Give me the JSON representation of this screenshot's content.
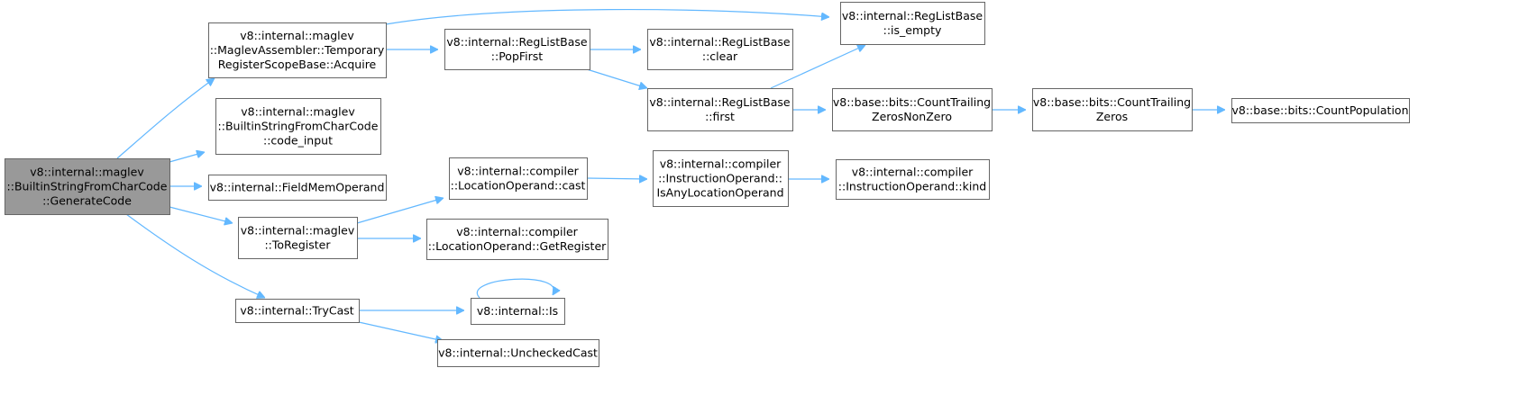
{
  "colors": {
    "edge": "#63b8ff",
    "node_border": "#666666",
    "root_fill": "#999999",
    "node_fill": "#ffffff"
  },
  "nodes": [
    {
      "id": "root",
      "lines": [
        "v8::internal::maglev",
        "::BuiltinStringFromCharCode",
        "::GenerateCode"
      ],
      "root": true
    },
    {
      "id": "acquire",
      "lines": [
        "v8::internal::maglev",
        "::MaglevAssembler::Temporary",
        "RegisterScopeBase::Acquire"
      ]
    },
    {
      "id": "code_input",
      "lines": [
        "v8::internal::maglev",
        "::BuiltinStringFromCharCode",
        "::code_input"
      ]
    },
    {
      "id": "fieldmem",
      "lines": [
        "v8::internal::FieldMemOperand"
      ]
    },
    {
      "id": "toregister",
      "lines": [
        "v8::internal::maglev",
        "::ToRegister"
      ]
    },
    {
      "id": "trycast",
      "lines": [
        "v8::internal::TryCast"
      ]
    },
    {
      "id": "popfirst",
      "lines": [
        "v8::internal::RegListBase",
        "::PopFirst"
      ]
    },
    {
      "id": "is_empty",
      "lines": [
        "v8::internal::RegListBase",
        "::is_empty"
      ]
    },
    {
      "id": "clear",
      "lines": [
        "v8::internal::RegListBase",
        "::clear"
      ]
    },
    {
      "id": "first",
      "lines": [
        "v8::internal::RegListBase",
        "::first"
      ]
    },
    {
      "id": "ctznz",
      "lines": [
        "v8::base::bits::CountTrailing",
        "ZerosNonZero"
      ]
    },
    {
      "id": "ctz",
      "lines": [
        "v8::base::bits::CountTrailing",
        "Zeros"
      ]
    },
    {
      "id": "popcount",
      "lines": [
        "v8::base::bits::CountPopulation"
      ]
    },
    {
      "id": "cast",
      "lines": [
        "v8::internal::compiler",
        "::LocationOperand::cast"
      ]
    },
    {
      "id": "getregister",
      "lines": [
        "v8::internal::compiler",
        "::LocationOperand::GetRegister"
      ]
    },
    {
      "id": "isanyloc",
      "lines": [
        "v8::internal::compiler",
        "::InstructionOperand::",
        "IsAnyLocationOperand"
      ]
    },
    {
      "id": "kind",
      "lines": [
        "v8::internal::compiler",
        "::InstructionOperand::kind"
      ]
    },
    {
      "id": "is",
      "lines": [
        "v8::internal::Is"
      ]
    },
    {
      "id": "unchecked",
      "lines": [
        "v8::internal::UncheckedCast"
      ]
    }
  ],
  "edges": [
    {
      "from": "root",
      "to": "acquire"
    },
    {
      "from": "root",
      "to": "code_input"
    },
    {
      "from": "root",
      "to": "fieldmem"
    },
    {
      "from": "root",
      "to": "toregister"
    },
    {
      "from": "root",
      "to": "trycast"
    },
    {
      "from": "acquire",
      "to": "is_empty"
    },
    {
      "from": "acquire",
      "to": "popfirst"
    },
    {
      "from": "popfirst",
      "to": "clear"
    },
    {
      "from": "popfirst",
      "to": "first"
    },
    {
      "from": "first",
      "to": "is_empty"
    },
    {
      "from": "first",
      "to": "ctznz"
    },
    {
      "from": "ctznz",
      "to": "ctz"
    },
    {
      "from": "ctz",
      "to": "popcount"
    },
    {
      "from": "toregister",
      "to": "cast"
    },
    {
      "from": "toregister",
      "to": "getregister"
    },
    {
      "from": "cast",
      "to": "isanyloc"
    },
    {
      "from": "isanyloc",
      "to": "kind"
    },
    {
      "from": "trycast",
      "to": "is"
    },
    {
      "from": "trycast",
      "to": "unchecked"
    },
    {
      "from": "is",
      "to": "is"
    }
  ]
}
